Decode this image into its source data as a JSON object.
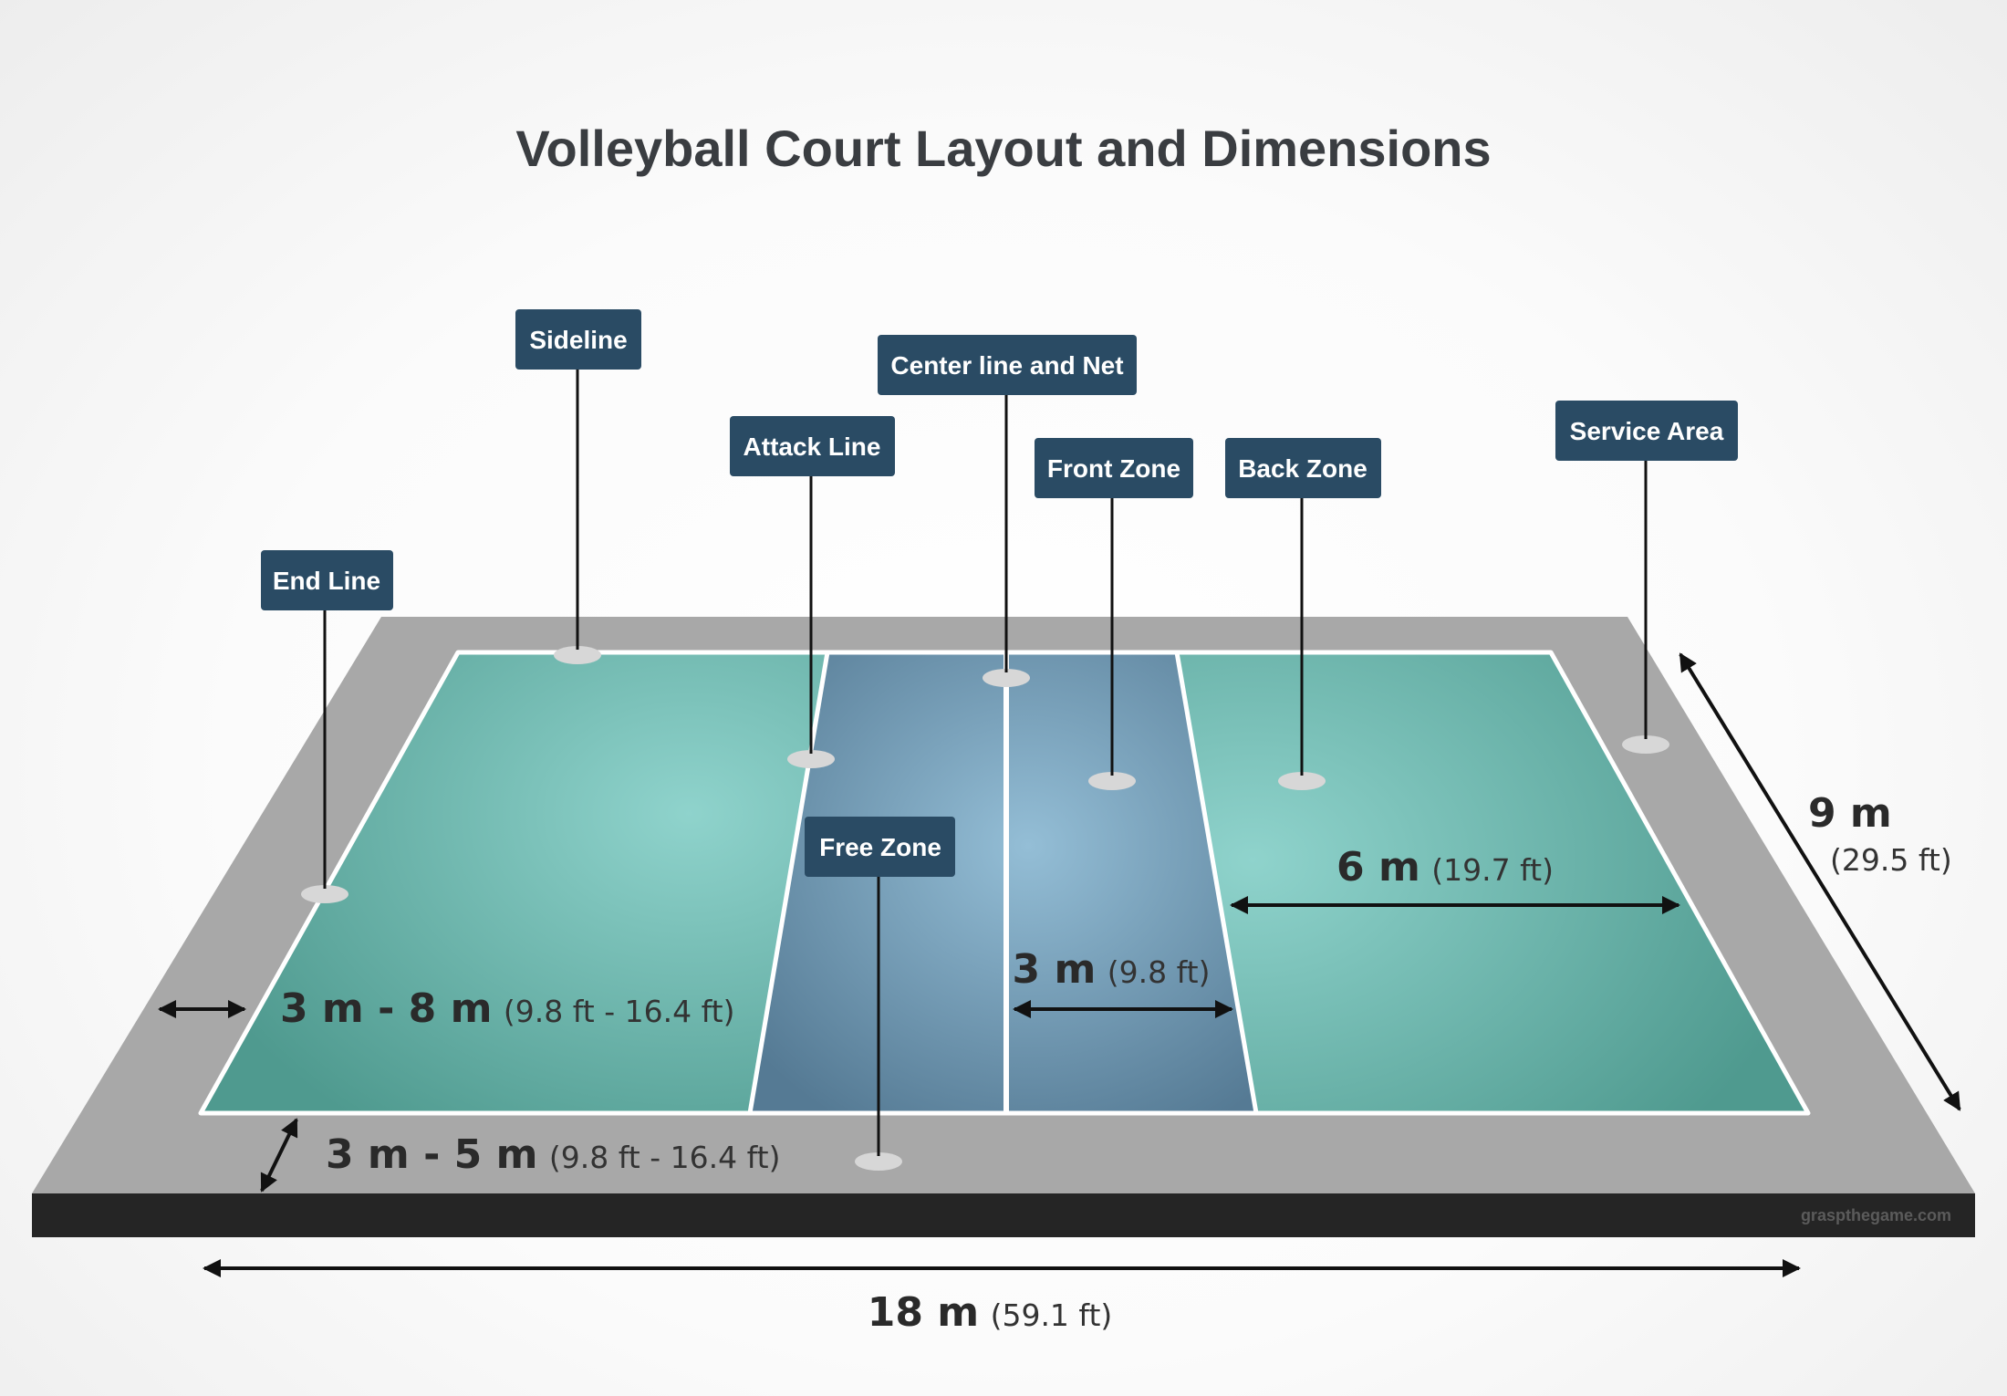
{
  "title": "Volleyball Court Layout and Dimensions",
  "labels": {
    "sideline": "Sideline",
    "center_line_net": "Center line and Net",
    "attack_line": "Attack Line",
    "front_zone": "Front Zone",
    "back_zone": "Back Zone",
    "service_area": "Service Area",
    "end_line": "End Line",
    "free_zone": "Free Zone"
  },
  "dimensions": {
    "back_zone_depth": {
      "metric": "6 m",
      "imperial": "(19.7 ft)"
    },
    "front_zone_depth": {
      "metric": "3 m",
      "imperial": "(9.8 ft)"
    },
    "end_free_zone": {
      "metric": "3 m - 8 m",
      "imperial": "(9.8 ft - 16.4 ft)"
    },
    "side_free_zone": {
      "metric": "3 m - 5 m",
      "imperial": "(9.8 ft - 16.4 ft)"
    },
    "court_width": {
      "metric": "9 m",
      "imperial": "(29.5 ft)"
    },
    "court_length": {
      "metric": "18 m",
      "imperial": "(59.1 ft)"
    }
  },
  "credit": "graspthegame.com",
  "colors": {
    "label_bg": "#2a4b64",
    "court_green": "#5fa99f",
    "center_blue": "#6e98b3",
    "surround_gray": "#a8a8a8",
    "base_black": "#252525"
  }
}
